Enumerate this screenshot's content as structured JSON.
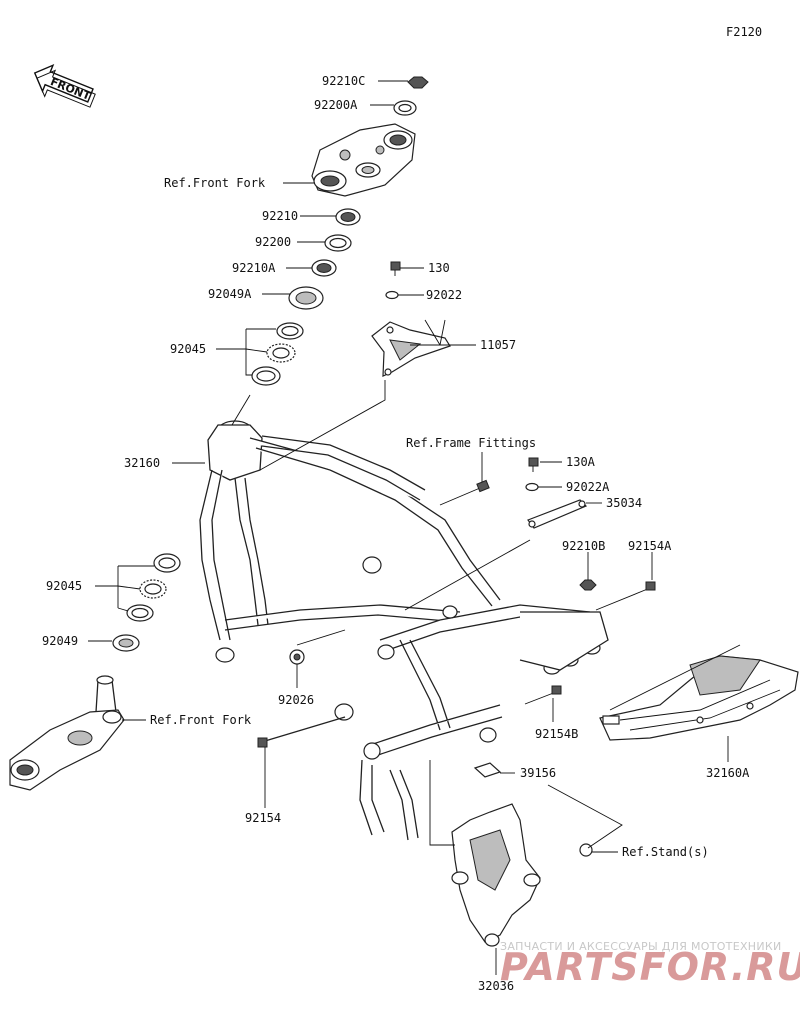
{
  "diagram_code": "F2120",
  "front_arrow": "FRONT",
  "labels": {
    "p92210C": "92210C",
    "p92200A": "92200A",
    "ref_front_fork_top": "Ref.Front Fork",
    "p92210": "92210",
    "p92200": "92200",
    "p92210A": "92210A",
    "p92049A": "92049A",
    "p92045_top": "92045",
    "p130": "130",
    "p92022": "92022",
    "p11057": "11057",
    "p32160": "32160",
    "ref_frame_fittings": "Ref.Frame Fittings",
    "p130A": "130A",
    "p92022A": "92022A",
    "p35034": "35034",
    "p92210B": "92210B",
    "p92154A": "92154A",
    "p92045_low": "92045",
    "p92049": "92049",
    "ref_front_fork_low": "Ref.Front Fork",
    "p92026": "92026",
    "p92154B": "92154B",
    "p32160A": "32160A",
    "p39156": "39156",
    "p92154": "92154",
    "ref_stand": "Ref.Stand(s)",
    "p32036": "32036"
  },
  "watermark": {
    "tagline": "ЗАПЧАСТИ И АКСЕССУАРЫ ДЛЯ МОТОТЕХНИКИ",
    "brand": "PARTSFOR.RU"
  }
}
